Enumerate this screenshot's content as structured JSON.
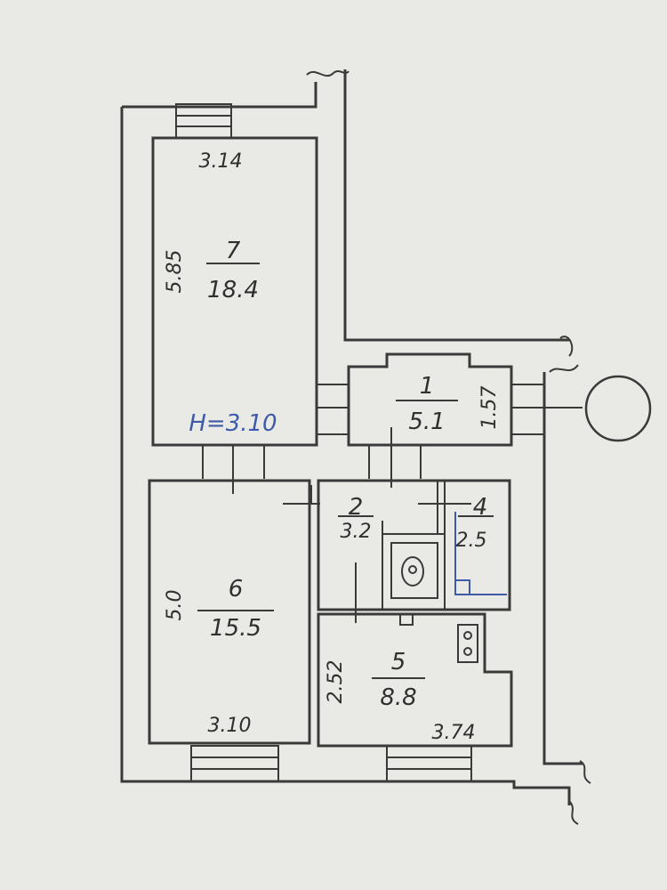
{
  "colors": {
    "paper": "#e9e9e6",
    "ink": "#3a3a3a",
    "height_ink": "#3f5aa8"
  },
  "ceiling_height": "H=3.10",
  "rooms": [
    {
      "id": "1",
      "area": "5.1",
      "side": "1.57"
    },
    {
      "id": "2",
      "area": "3.2"
    },
    {
      "id": "4",
      "area": "2.5"
    },
    {
      "id": "5",
      "area": "8.8",
      "width": "3.74",
      "side": "2.52"
    },
    {
      "id": "6",
      "area": "15.5",
      "width": "3.10",
      "side": "5.0"
    },
    {
      "id": "7",
      "area": "18.4",
      "width": "3.14",
      "side": "5.85"
    }
  ]
}
